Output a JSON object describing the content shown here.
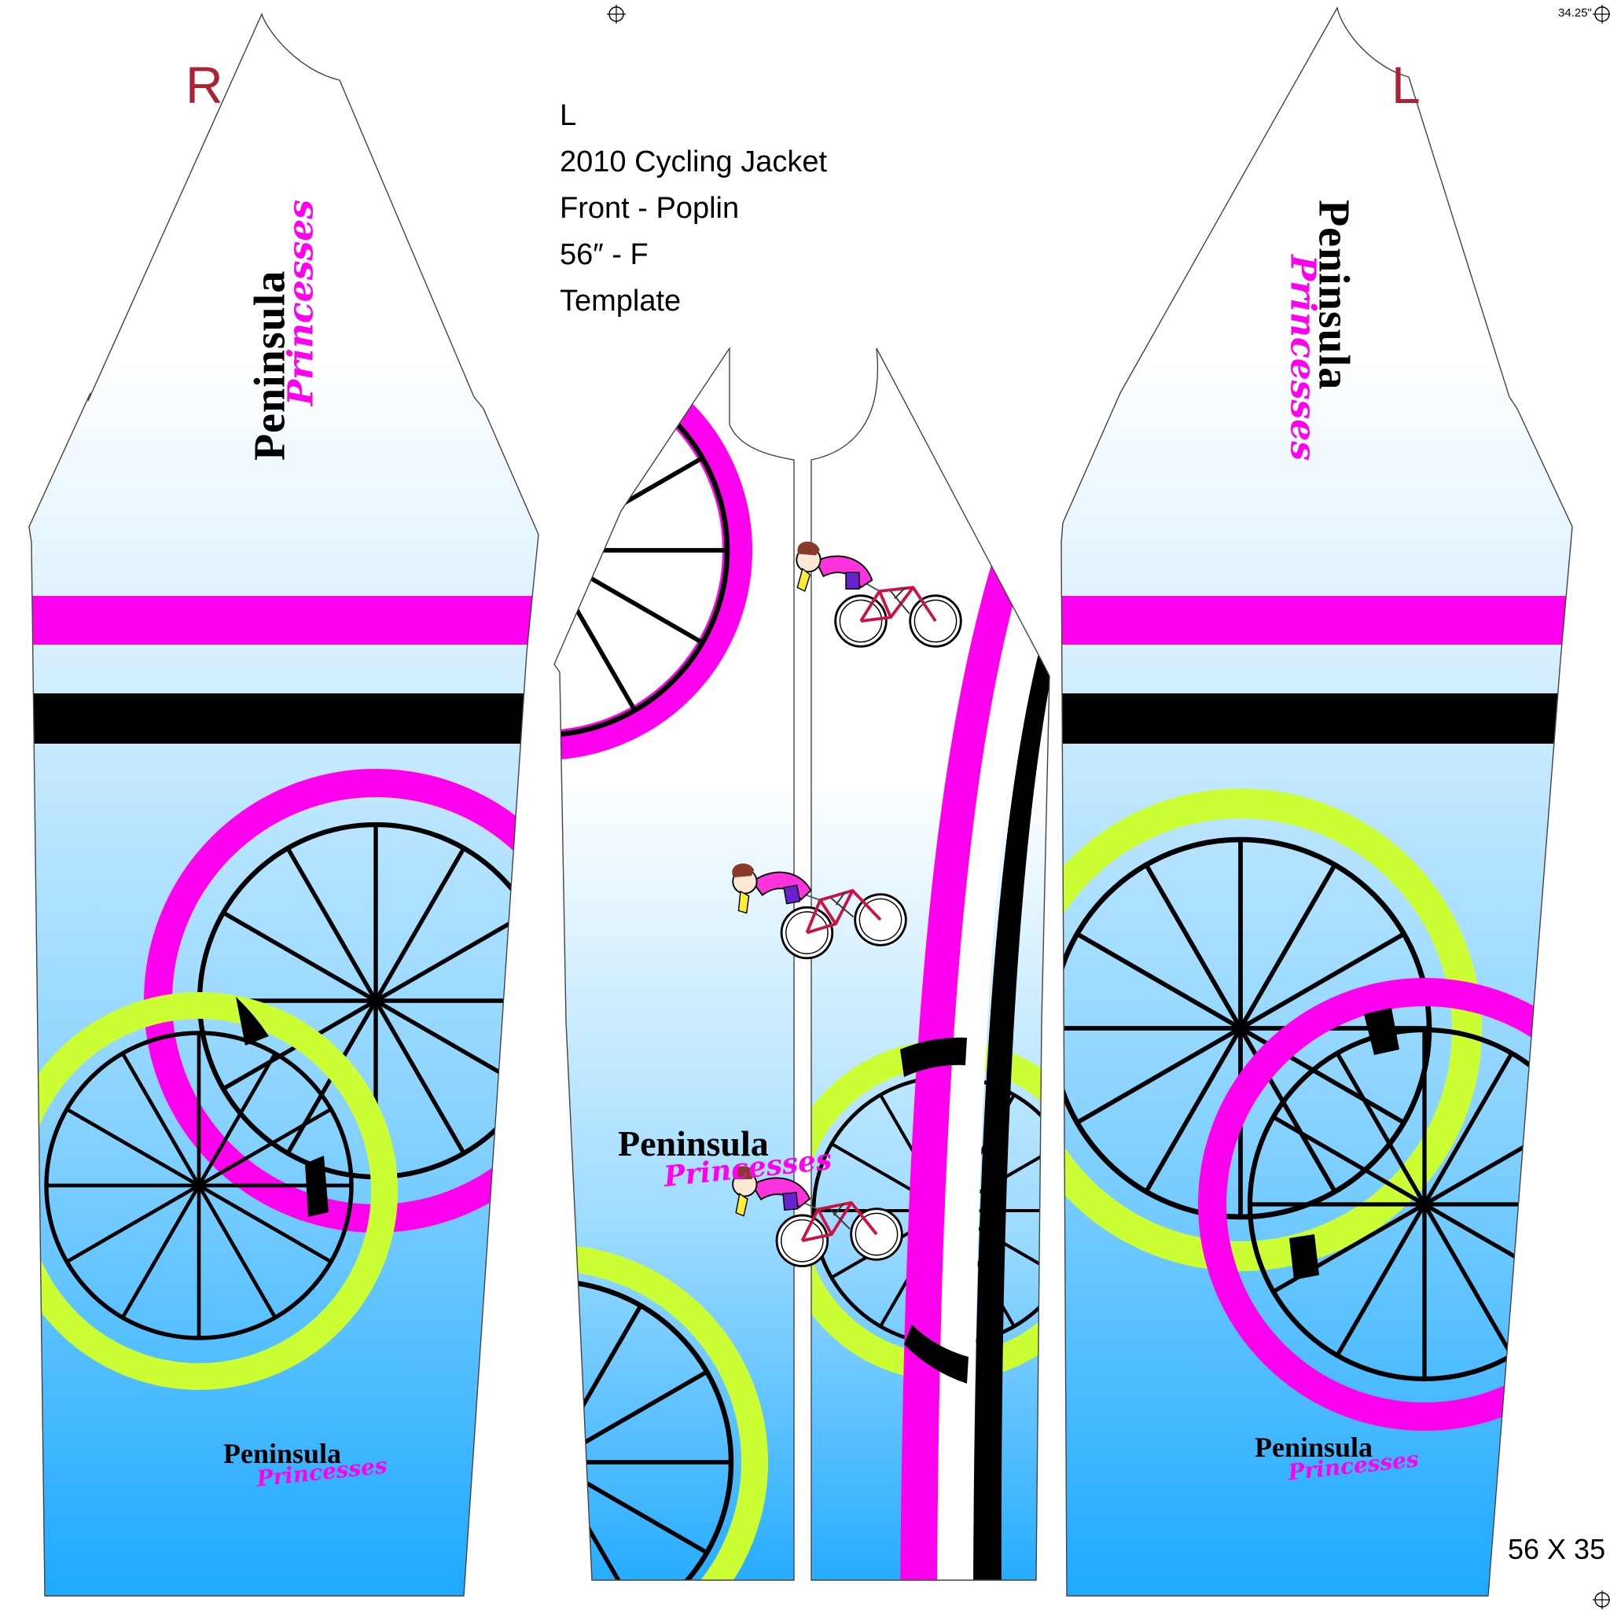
{
  "corner_dimension": "34.25\"",
  "sleeve_markers": {
    "right": "R",
    "left": "L"
  },
  "spec": {
    "size": "L",
    "product": "2010 Cycling Jacket",
    "fabric": "Front - Poplin",
    "width": "56″ - F",
    "kind": "Template"
  },
  "logo": {
    "word1": "Peninsula",
    "word2": "Princesses"
  },
  "sheet_size": "56 X 35",
  "colors": {
    "magenta": "#ff00ee",
    "lime": "#ccff33",
    "black": "#000000",
    "sky_top": "#ffffff",
    "sky_bottom": "#1aa8ff",
    "marker_red": "#aa2233"
  },
  "icons": [
    "registration-mark-icon",
    "bicycle-wheel-icon",
    "cyclist-illustration-icon"
  ]
}
